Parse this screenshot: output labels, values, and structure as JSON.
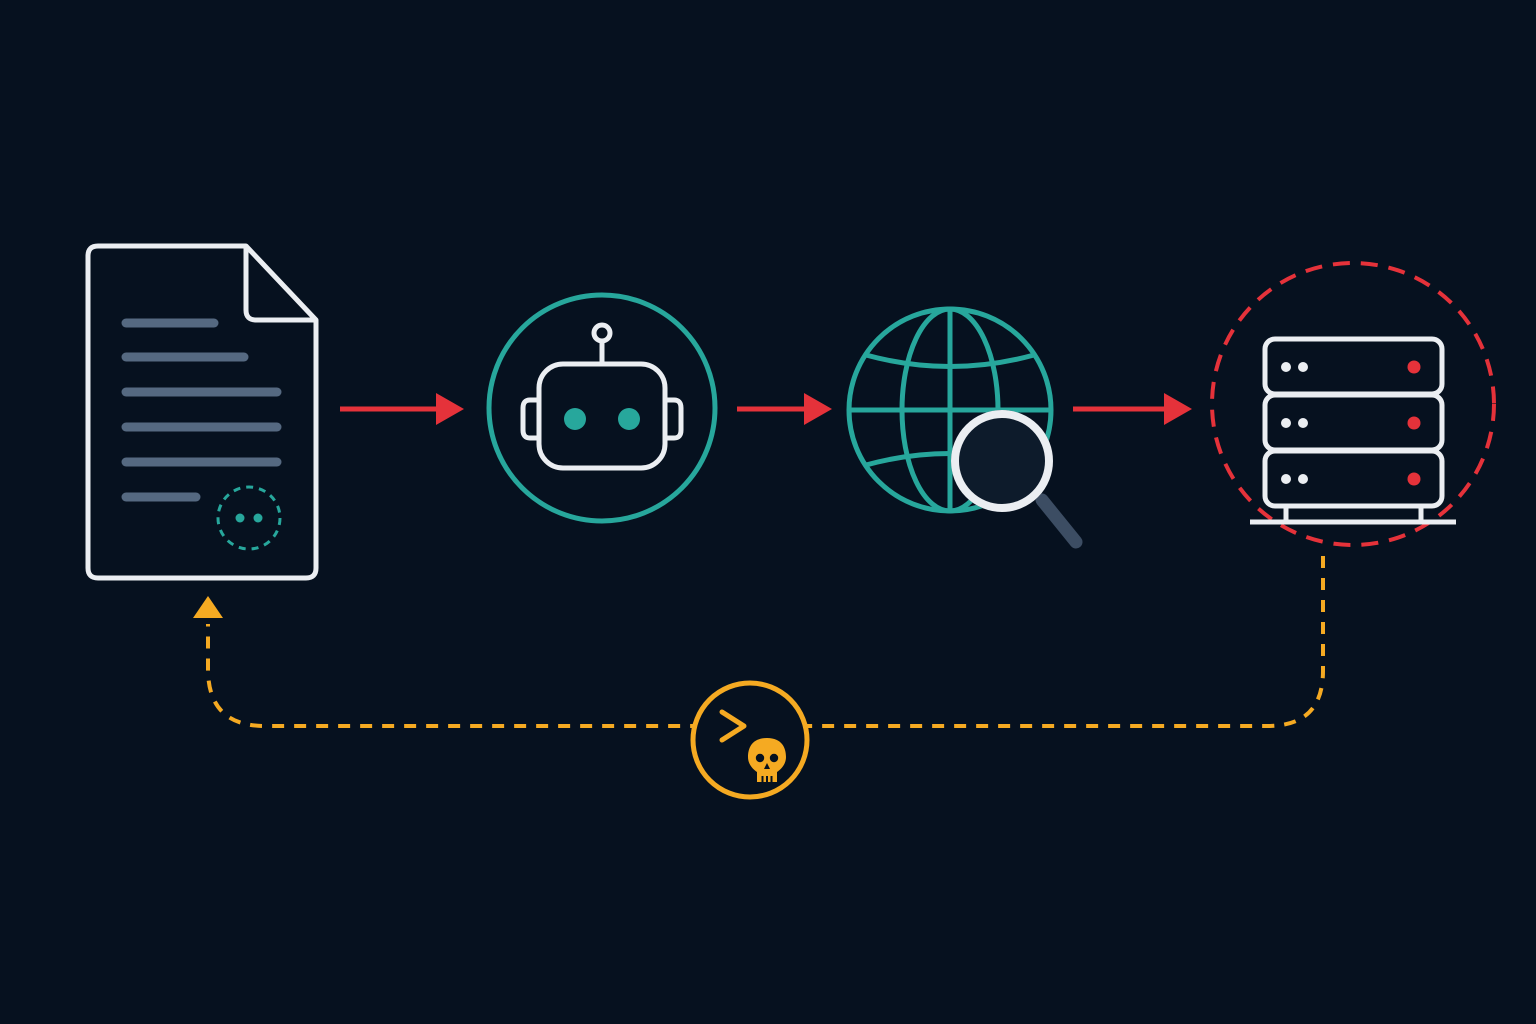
{
  "diagram": {
    "title": "",
    "nodes": [
      {
        "id": "document",
        "icon": "document-icon",
        "badge": "dashed-eyes-icon"
      },
      {
        "id": "assistant",
        "icon": "robot-icon"
      },
      {
        "id": "web-search",
        "icon": "globe-search-icon"
      },
      {
        "id": "server",
        "icon": "server-rack-icon",
        "highlight": "dashed-circle"
      }
    ],
    "edges": [
      {
        "from": "document",
        "to": "assistant",
        "style": "solid-arrow"
      },
      {
        "from": "assistant",
        "to": "web-search",
        "style": "solid-arrow"
      },
      {
        "from": "web-search",
        "to": "server",
        "style": "solid-arrow"
      },
      {
        "from": "server",
        "to": "document",
        "style": "dashed-arrow",
        "via": "malicious-command-icon"
      }
    ]
  },
  "colors": {
    "background": "#06111f",
    "outline": "#ebeef2",
    "teal": "#27a79c",
    "red": "#e5323a",
    "amber": "#f5aa22",
    "doc_lines": "#556981",
    "magnifier_handle": "#3c4d63",
    "magnifier_lens": "#0d1b2b"
  }
}
